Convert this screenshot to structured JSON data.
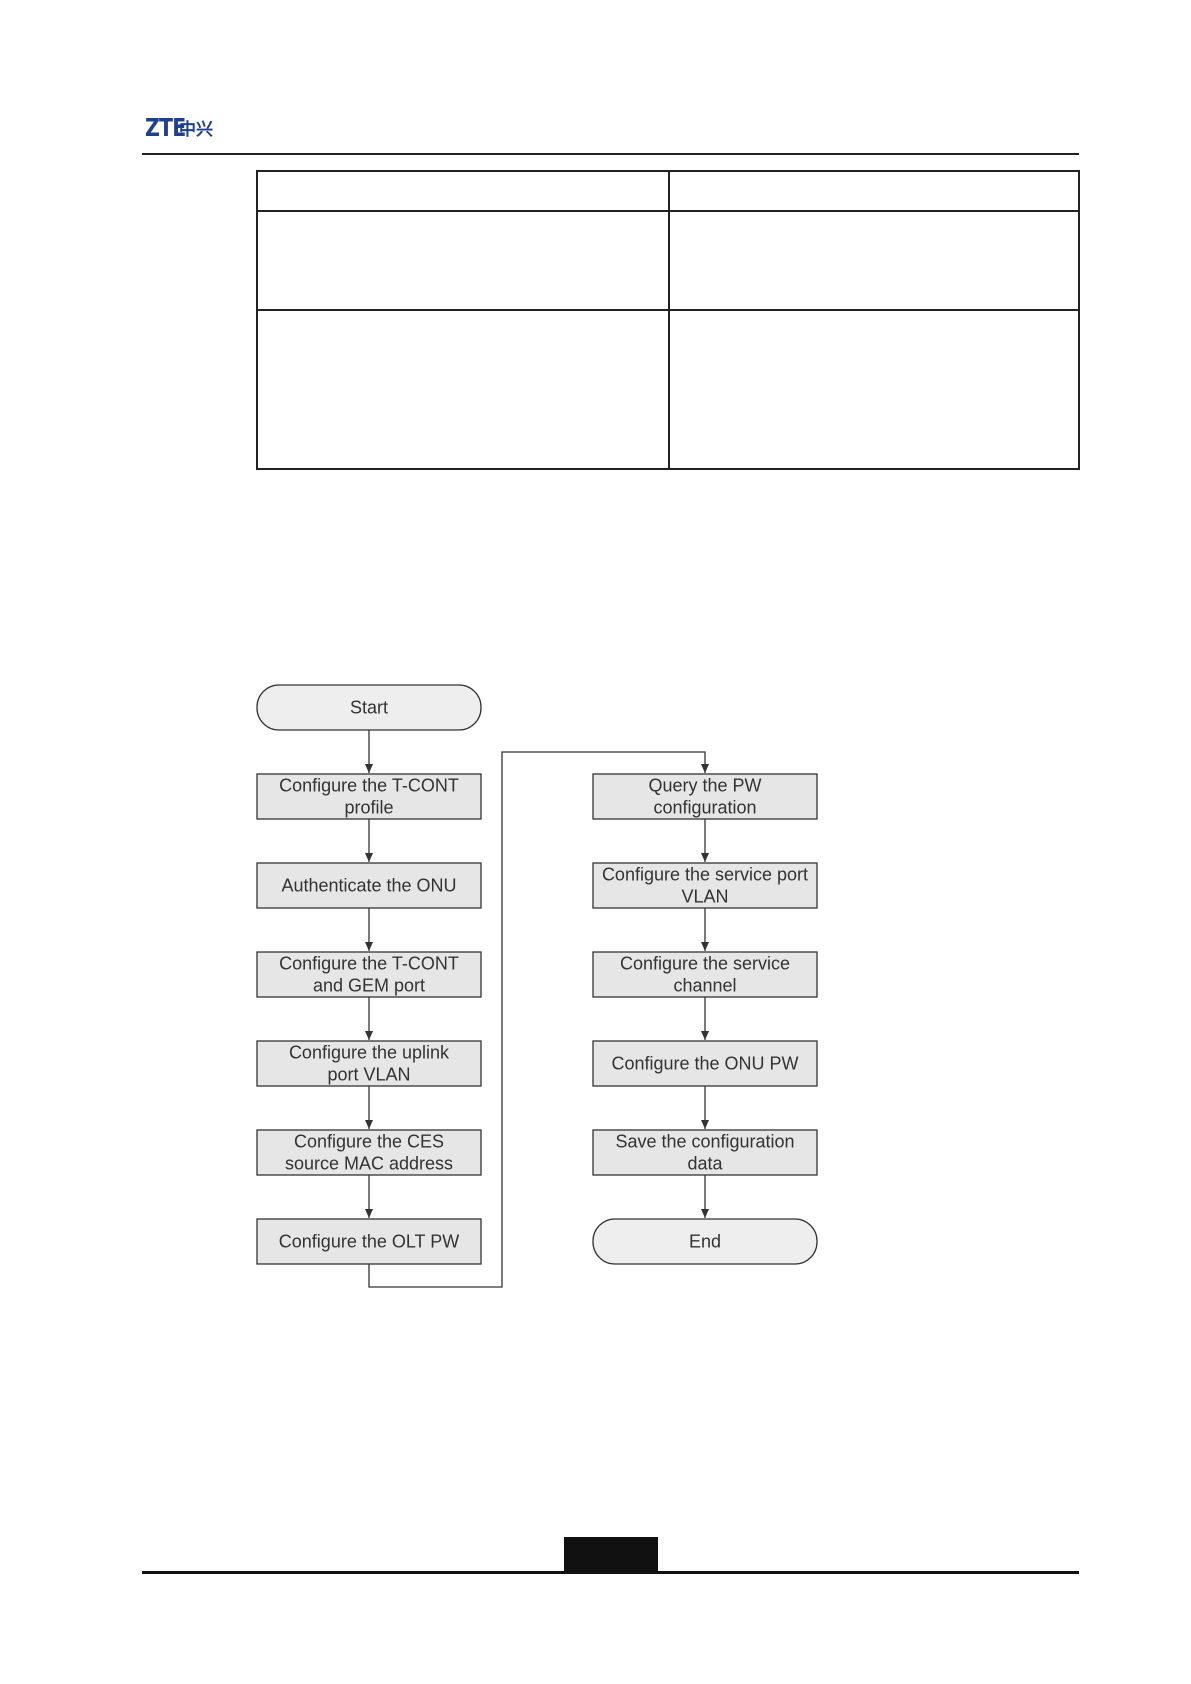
{
  "header": {
    "logo_latin": "ZTE",
    "logo_cjk": "中兴"
  },
  "flowchart": {
    "nodes": [
      {
        "id": "start",
        "shape": "terminal",
        "lines": [
          "Start"
        ]
      },
      {
        "id": "tcont-profile",
        "shape": "process",
        "lines": [
          "Configure the T-CONT",
          "profile"
        ]
      },
      {
        "id": "auth-onu",
        "shape": "process",
        "lines": [
          "Authenticate the ONU"
        ]
      },
      {
        "id": "tcont-gem",
        "shape": "process",
        "lines": [
          "Configure the T-CONT",
          "and GEM port"
        ]
      },
      {
        "id": "uplink-vlan",
        "shape": "process",
        "lines": [
          "Configure the uplink",
          "port VLAN"
        ]
      },
      {
        "id": "ces-mac",
        "shape": "process",
        "lines": [
          "Configure the CES",
          "source MAC address"
        ]
      },
      {
        "id": "olt-pw",
        "shape": "process",
        "lines": [
          "Configure the OLT PW"
        ]
      },
      {
        "id": "query-pw",
        "shape": "process",
        "lines": [
          "Query the PW",
          "configuration"
        ]
      },
      {
        "id": "service-port-vlan",
        "shape": "process",
        "lines": [
          "Configure the service port",
          "VLAN"
        ]
      },
      {
        "id": "service-channel",
        "shape": "process",
        "lines": [
          "Configure the service",
          "channel"
        ]
      },
      {
        "id": "onu-pw",
        "shape": "process",
        "lines": [
          "Configure the ONU PW"
        ]
      },
      {
        "id": "save-config",
        "shape": "process",
        "lines": [
          "Save the configuration",
          "data"
        ]
      },
      {
        "id": "end",
        "shape": "terminal",
        "lines": [
          "End"
        ]
      }
    ],
    "edges": [
      [
        "start",
        "tcont-profile"
      ],
      [
        "tcont-profile",
        "auth-onu"
      ],
      [
        "auth-onu",
        "tcont-gem"
      ],
      [
        "tcont-gem",
        "uplink-vlan"
      ],
      [
        "uplink-vlan",
        "ces-mac"
      ],
      [
        "ces-mac",
        "olt-pw"
      ],
      [
        "olt-pw",
        "query-pw"
      ],
      [
        "query-pw",
        "service-port-vlan"
      ],
      [
        "service-port-vlan",
        "service-channel"
      ],
      [
        "service-channel",
        "onu-pw"
      ],
      [
        "onu-pw",
        "save-config"
      ],
      [
        "save-config",
        "end"
      ]
    ],
    "colors": {
      "process_fill": "#e6e6e6",
      "terminal_fill": "#eeeeee",
      "stroke": "#333333",
      "text": "#333333"
    }
  },
  "colors": {
    "logo": "#1f3f8f",
    "rule": "#222222"
  }
}
